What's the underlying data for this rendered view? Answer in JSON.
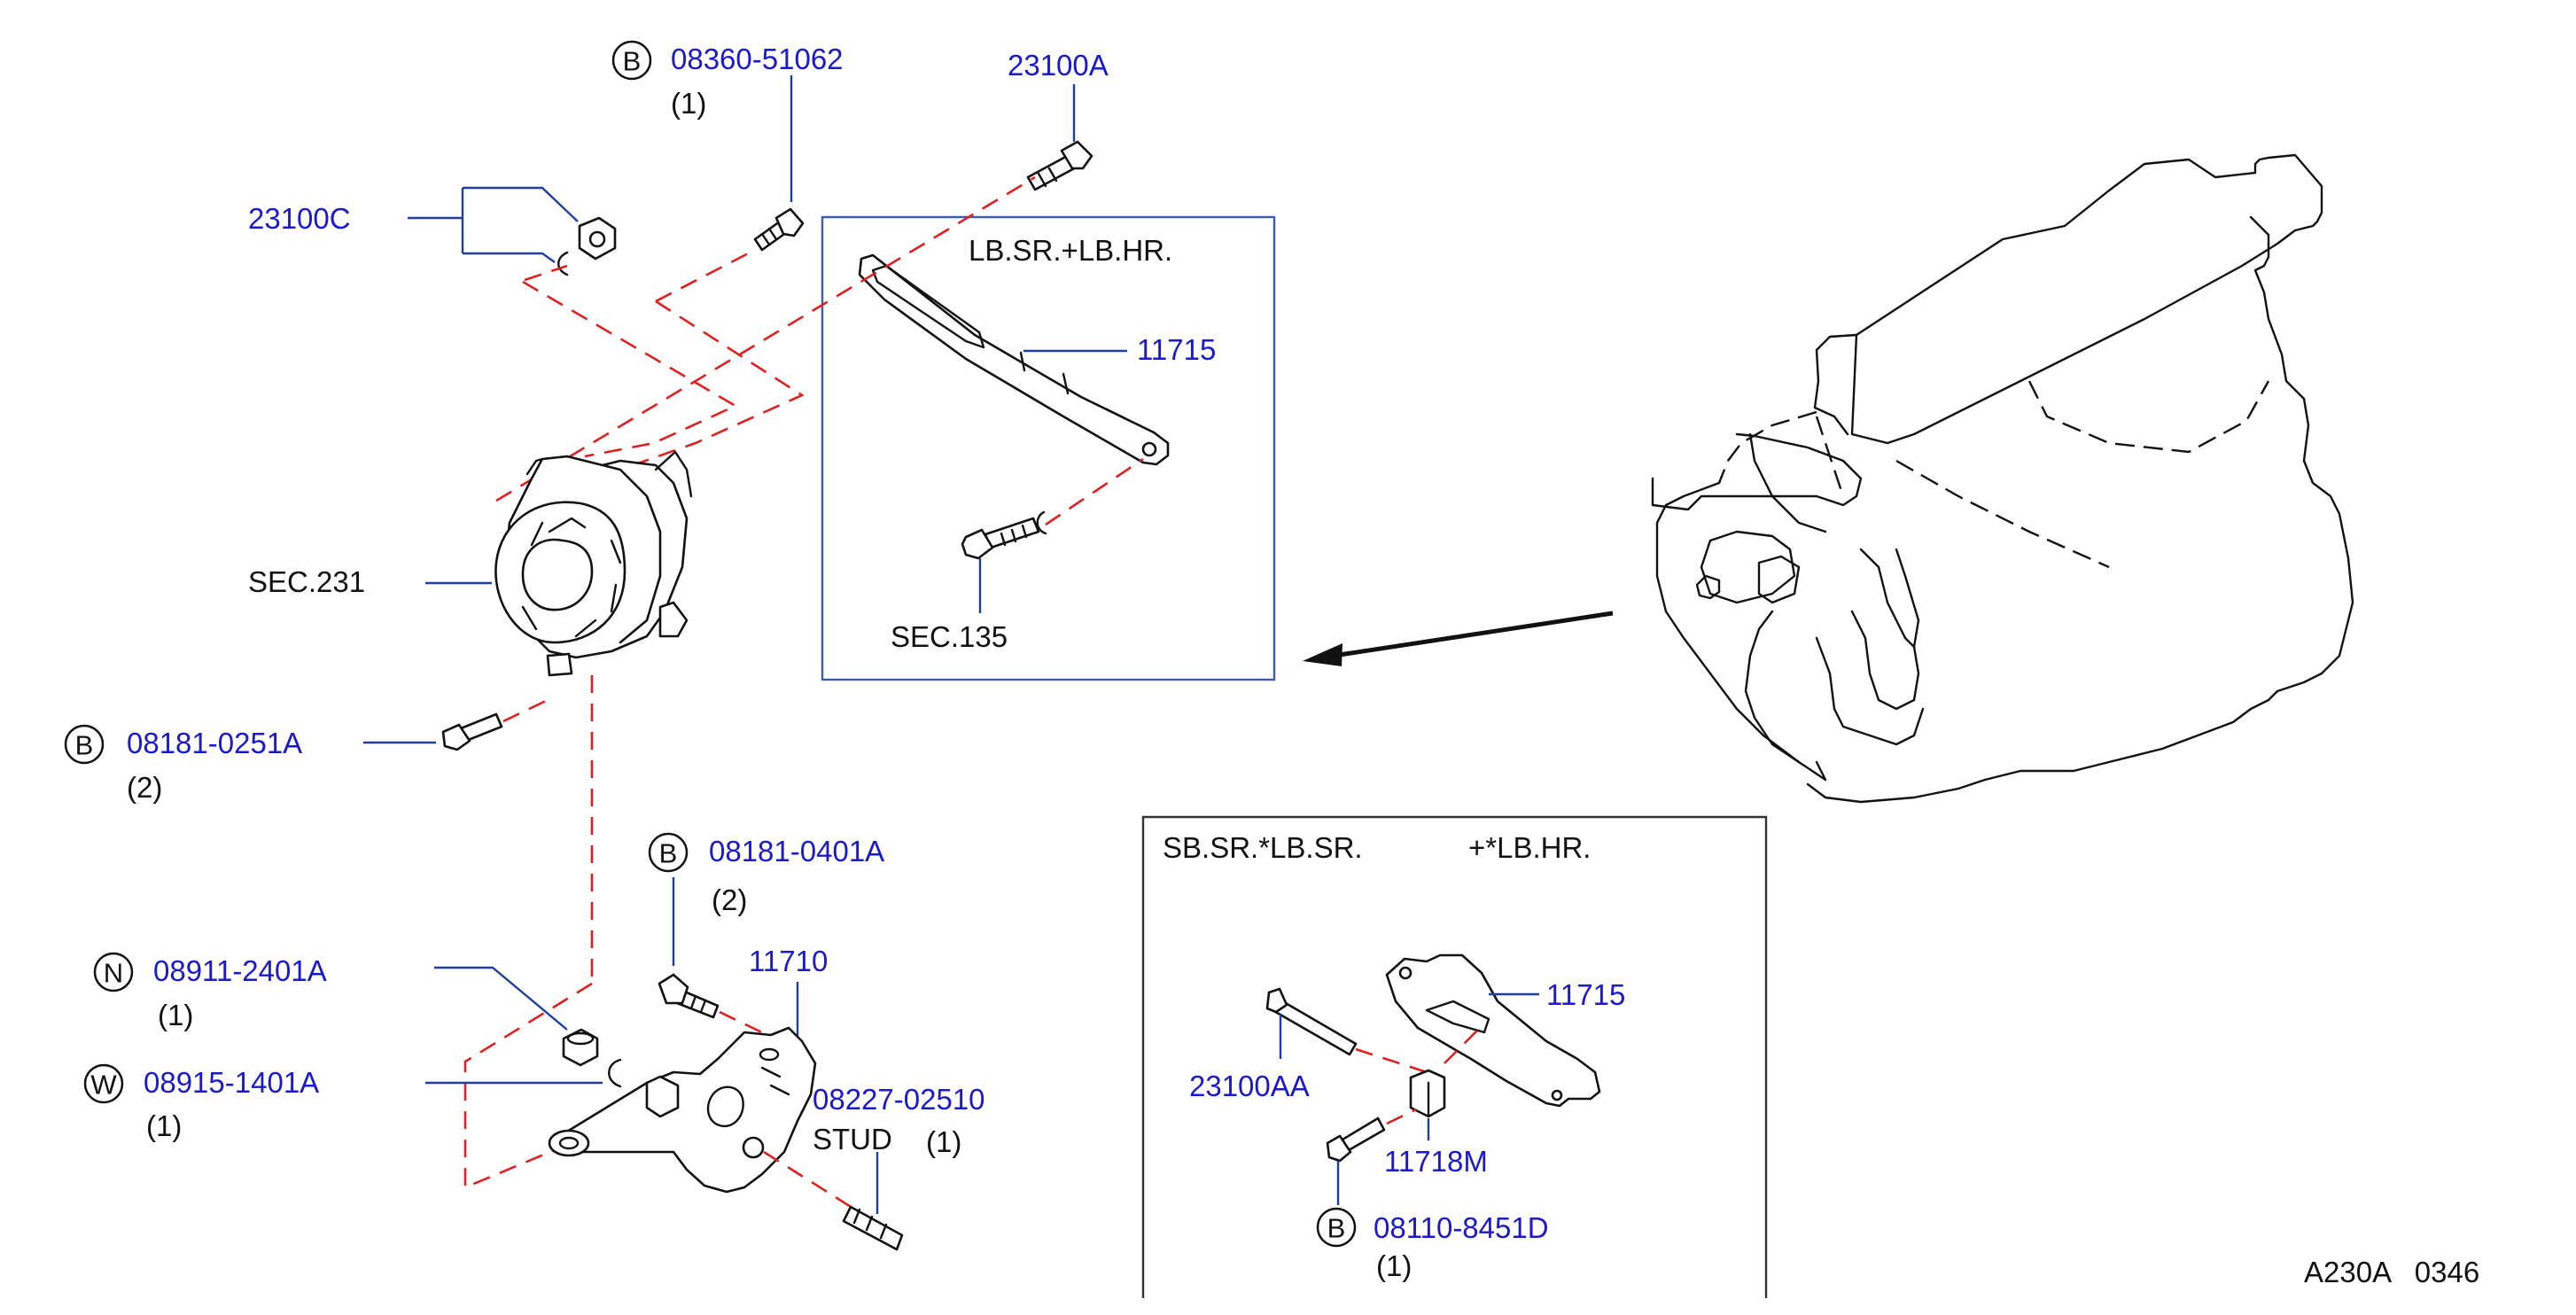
{
  "labels": {
    "p_0836051062": "08360-51062",
    "p_0836051062_qty": "(1)",
    "p_23100a": "23100A",
    "p_23100c": "23100C",
    "box1_title": "LB.SR.+LB.HR.",
    "p_11715_top": "11715",
    "sec_231": "SEC.231",
    "sec_135": "SEC.135",
    "p_081810251a": "08181-0251A",
    "p_081810251a_qty": "(2)",
    "p_081810401a": "08181-0401A",
    "p_081810401a_qty": "(2)",
    "p_11710": "11710",
    "p_089112401a": "08911-2401A",
    "p_089112401a_qty": "(1)",
    "p_089151401a": "08915-1401A",
    "p_089151401a_qty": "(1)",
    "p_0822702510": "08227-02510",
    "stud": "STUD",
    "stud_qty": "(1)",
    "box2_title_a": "SB.SR.*LB.SR.",
    "box2_title_b": "+*LB.HR.",
    "p_11715_bottom": "11715",
    "p_23100aa": "23100AA",
    "p_11718m": "11718M",
    "p_081108451d": "08110-8451D",
    "p_081108451d_qty": "(1)",
    "figure_code": "A230A   0346"
  },
  "markers": {
    "b": "B",
    "n": "N",
    "w": "W"
  },
  "colors": {
    "part_number": "#1a1acc",
    "leader": "#1f3fa0",
    "dashed_guide": "#e02020",
    "line_art": "#111111"
  }
}
